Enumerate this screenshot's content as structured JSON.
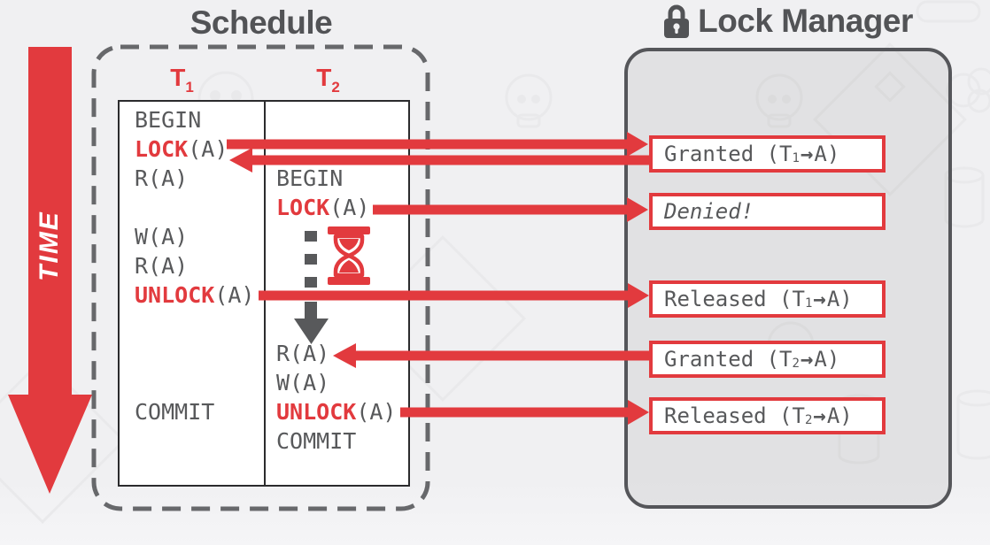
{
  "time_axis": {
    "label": "TIME"
  },
  "schedule": {
    "title": "Schedule",
    "columns": [
      {
        "label": "T",
        "sub": "1"
      },
      {
        "label": "T",
        "sub": "2"
      }
    ],
    "t1_ops": [
      {
        "row": 1,
        "kw": "",
        "text": "BEGIN"
      },
      {
        "row": 2,
        "kw": "LOCK",
        "text": "(A)"
      },
      {
        "row": 3,
        "kw": "",
        "text": "R(A)"
      },
      {
        "row": 5,
        "kw": "",
        "text": "W(A)"
      },
      {
        "row": 6,
        "kw": "",
        "text": "R(A)"
      },
      {
        "row": 7,
        "kw": "UNLOCK",
        "text": "(A)"
      },
      {
        "row": 11,
        "kw": "",
        "text": "COMMIT"
      }
    ],
    "t2_ops": [
      {
        "row": 3,
        "kw": "",
        "text": "BEGIN"
      },
      {
        "row": 4,
        "kw": "LOCK",
        "text": "(A)"
      },
      {
        "row": 9,
        "kw": "",
        "text": "R(A)"
      },
      {
        "row": 10,
        "kw": "",
        "text": "W(A)"
      },
      {
        "row": 11,
        "kw": "UNLOCK",
        "text": "(A)"
      },
      {
        "row": 12,
        "kw": "",
        "text": "COMMIT"
      }
    ]
  },
  "lock_manager": {
    "title": "Lock Manager",
    "messages": [
      {
        "pre": "Granted (T",
        "sub": "1",
        "arrow": "→",
        "post": "A)",
        "italic": false
      },
      {
        "pre": "Denied!",
        "sub": "",
        "arrow": "",
        "post": "",
        "italic": true
      },
      {
        "pre": "Released (T",
        "sub": "1",
        "arrow": "→",
        "post": "A)",
        "italic": false
      },
      {
        "pre": "Granted (T",
        "sub": "2",
        "arrow": "→",
        "post": "A)",
        "italic": false
      },
      {
        "pre": "Released (T",
        "sub": "2",
        "arrow": "→",
        "post": "A)",
        "italic": false
      }
    ]
  },
  "colors": {
    "red": "#e23a3e",
    "text_gray": "#58595b",
    "title_gray": "#525356",
    "panel_border": "#55565a",
    "dashed_border": "#67686b",
    "table_border": "#2b2b2d"
  }
}
